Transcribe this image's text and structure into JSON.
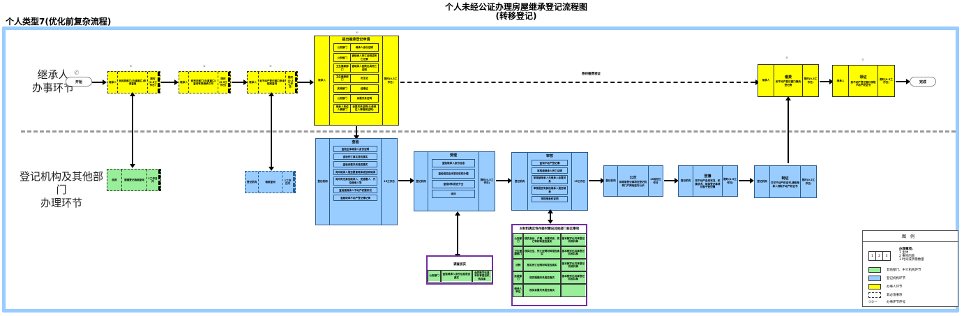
{
  "header": {
    "left_title": "个人类型7(优化前复杂流程)",
    "main_title": "个人未经公证办理房屋继承登记流程图",
    "subtitle": "(转移登记)"
  },
  "lanes": {
    "top": [
      "继承人",
      "办事环节"
    ],
    "bottom": [
      "登记机构及其他部门",
      "办理环节"
    ]
  },
  "terminals": {
    "start": "开始",
    "end": "完成"
  },
  "wait_label": "等待缴费领证",
  "steps": [
    {
      "num": "①",
      "actor": "继承人",
      "task": "到民政部门(办事窗口)申请查档",
      "time": "限时(0.5工作日)"
    },
    {
      "num": "②",
      "actor": "继承人",
      "task": "到司法部门(办事窗口)查询有效继承文书",
      "time": "限时(0.5工作日)"
    },
    {
      "num": "③",
      "actor": "继承人",
      "task": "到不动产登记窗口申请档案查询",
      "time": "限时(0.5工作日)"
    },
    {
      "num": "④",
      "actor": "继承人",
      "title": "提出继承登记申请",
      "time": "限时(0.5工作日)",
      "items": [
        {
          "dept": "公安部门",
          "doc": "继承人身份证明"
        },
        {
          "dept": "公安部门",
          "doc": "被继承人死亡证明或死亡记录"
        },
        {
          "dept": "卫生健康部门",
          "doc": "被继承人医院出具死亡证明"
        },
        {
          "dept": "卫生健康部门",
          "doc": "出生证"
        },
        {
          "dept": "民政部门",
          "doc": "结婚证"
        },
        {
          "dept": "公安部门",
          "doc": "亲属关系证明"
        },
        {
          "dept": "继承人单位人事部门",
          "doc": "亲属关系证明(父母单位人事档案证明)"
        }
      ]
    },
    {
      "num": "⑩",
      "actor": "继承人",
      "title": "缴费",
      "task": "到不动产登记窗口缴纳登记费",
      "time": "限时(0.5工作日)"
    },
    {
      "num": "⑪",
      "actor": "继承人",
      "title": "领证",
      "task": "到不动产登记窗口领取不动产权证书",
      "time": "限时(0.5工作日)"
    }
  ],
  "lower_steps": {
    "civil": {
      "actor": "民政",
      "task": "婚姻登记档案查询",
      "time": "1工作日内"
    },
    "archive": {
      "actor": "登记机构",
      "task": "档案查询",
      "time": "1工作日内"
    },
    "inspect": {
      "actor": "登记机构",
      "title": "查验",
      "time": "15工作日",
      "items": [
        "查验全体继承人身份证明",
        "查验死亡事实是否属实",
        "查验亲属关系是否属实",
        "询问继承人是否愿意继承或放弃继承",
        "询问有无其他继承人、受遗赠人、代位继承人等",
        "查验被继承人不动产权属状况",
        "查看继承不动产登记簿记录"
      ]
    },
    "accept": {
      "actor": "登记机构",
      "title": "受理",
      "time": "限时(0.5工作日)",
      "items": [
        "查验继承人身份信息",
        "查验是否由本登记机构办理",
        "查验材料是否齐全",
        "询问"
      ]
    },
    "review": {
      "actor": "登记机构",
      "title": "审核",
      "time": "15工作日",
      "items": [
        "查询不动产登记簿",
        "审核被继承人死亡证明",
        "审核被继承人与继承人亲属关系",
        "审核是否有其他继承人是否继承",
        "审核继承权证明"
      ]
    },
    "publicity": {
      "actor": "登记机构",
      "title": "公示",
      "task": "将继承登记事项在登记机构门户网站进行公示",
      "time": "15自然工作日"
    },
    "register": {
      "actor": "登记机构",
      "title": "登簿",
      "task": "将不动产自然状况、权属状况、继承登记事项记载于登记簿",
      "time": "限时(0.5工作日)"
    },
    "certify": {
      "actor": "登记机构",
      "title": "制证",
      "task": "打印不动产权证书,通知继承人领取不动产权证书",
      "time": "限时(0.5工作日)"
    }
  },
  "verify_box": {
    "title": "对材料真实性存疑时需向其他部门核实事项",
    "rows": [
      {
        "dept": "公安部门",
        "item": "核实身份、户籍、亲属关系、死亡等材料是否真实",
        "method": "基本数字化共享登记机构共享"
      },
      {
        "dept": "卫生健康部门",
        "item": "核实出生、死亡证明材料是否真实",
        "method": "基本数字化共享登记机构共享"
      },
      {
        "dept": "法院",
        "item": "核实死亡证明材料是否真实",
        "method": "基本数字化共享登记机构共享"
      },
      {
        "dept": "民政部门",
        "item": "核实婚姻关系是否真实",
        "method": "基本数字化共享登记机构共享"
      },
      {
        "dept": "继承人单位",
        "item": "核实亲属关系是否真实",
        "method": ""
      }
    ]
  },
  "police_check": {
    "title": "调查核实",
    "dept": "公安部门",
    "item": "查验继承人身份信息是否真实",
    "method": "会同数字化基本共享登记机构共享"
  },
  "legend": {
    "title": "图例",
    "boxes": [
      "1",
      "2",
      "3"
    ],
    "notes_title": "办理事项:",
    "notes": [
      "1 主体",
      "2 事项内容",
      "3 时间或所需数量"
    ],
    "entries": [
      {
        "color": "#99ee99",
        "label": "其他部门、中介机构环节"
      },
      {
        "color": "#99ccff",
        "label": "登记机构环节"
      },
      {
        "color": "#ffff00",
        "label": "办事人环节"
      }
    ],
    "dashed_label": "非必须事项",
    "seq_symbol": "①②—",
    "seq_label": "办事环节序号"
  }
}
